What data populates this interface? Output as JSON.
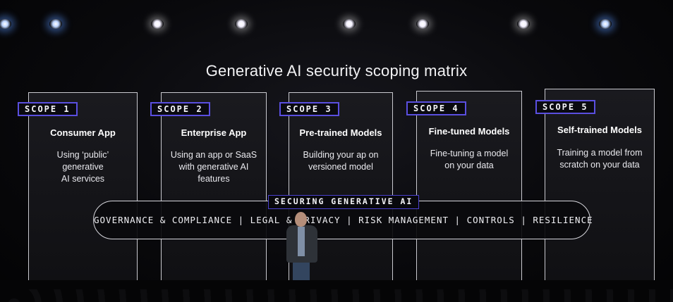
{
  "title": "Generative AI security scoping matrix",
  "scopes": [
    {
      "badge": "SCOPE 1",
      "title": "Consumer App",
      "desc": "Using ‘public’\ngenerative\nAI services"
    },
    {
      "badge": "SCOPE 2",
      "title": "Enterprise App",
      "desc": "Using an app or SaaS\nwith generative AI\nfeatures"
    },
    {
      "badge": "SCOPE 3",
      "title": "Pre-trained Models",
      "desc": "Building your ap on\nversioned model"
    },
    {
      "badge": "SCOPE 4",
      "title": "Fine-tuned Models",
      "desc": "Fine-tuning a model\non your data"
    },
    {
      "badge": "SCOPE 5",
      "title": "Self-trained Models",
      "desc": "Training a model from\nscratch on your data"
    }
  ],
  "band": {
    "label": "SECURING GENERATIVE AI",
    "text": "GOVERNANCE & COMPLIANCE | LEGAL & PRIVACY | RISK MANAGEMENT | CONTROLS | RESILIENCE"
  },
  "colors": {
    "badge_border": "#5a4fe0",
    "background": "#050507",
    "panel": "#16161b"
  }
}
